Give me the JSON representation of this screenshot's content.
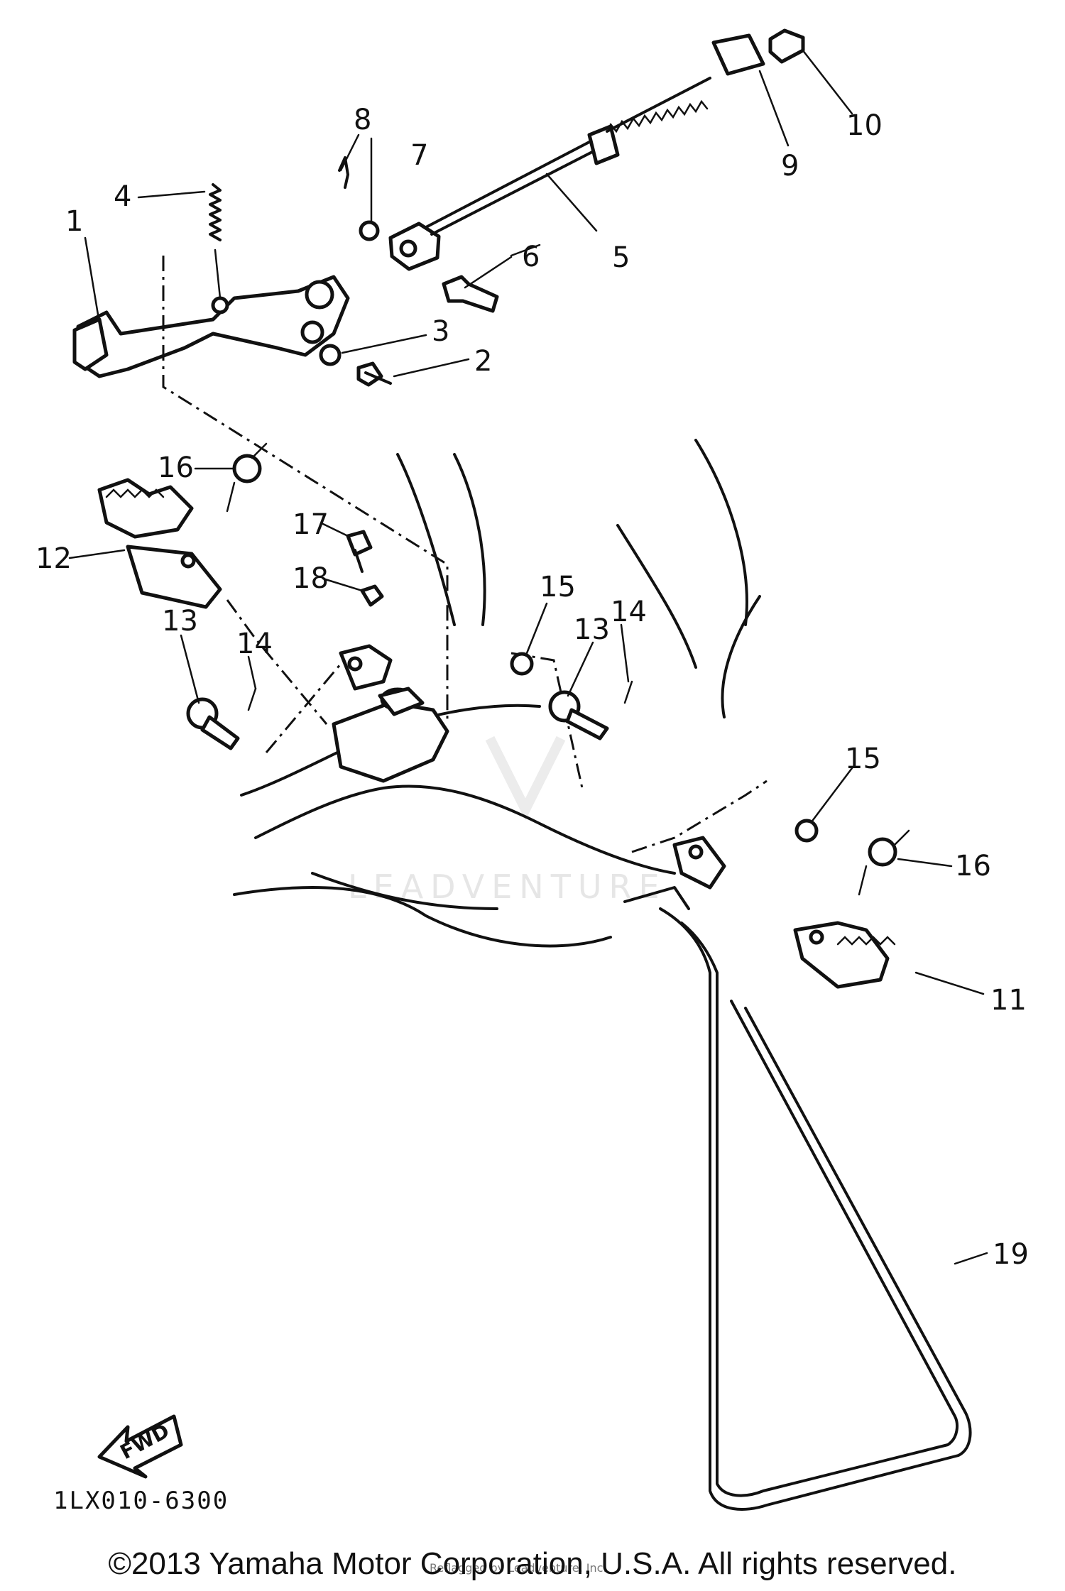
{
  "callouts": [
    {
      "id": 1,
      "label": "1"
    },
    {
      "id": 2,
      "label": "2"
    },
    {
      "id": 3,
      "label": "3"
    },
    {
      "id": 4,
      "label": "4"
    },
    {
      "id": 5,
      "label": "5"
    },
    {
      "id": 6,
      "label": "6"
    },
    {
      "id": 7,
      "label": "7"
    },
    {
      "id": 8,
      "label": "8"
    },
    {
      "id": 9,
      "label": "9"
    },
    {
      "id": 10,
      "label": "10"
    },
    {
      "id": 11,
      "label": "11"
    },
    {
      "id": 12,
      "label": "12"
    },
    {
      "id": "13a",
      "label": "13"
    },
    {
      "id": "13b",
      "label": "13"
    },
    {
      "id": "14a",
      "label": "14"
    },
    {
      "id": "14b",
      "label": "14"
    },
    {
      "id": "15a",
      "label": "15"
    },
    {
      "id": "15b",
      "label": "15"
    },
    {
      "id": "16a",
      "label": "16"
    },
    {
      "id": "16b",
      "label": "16"
    },
    {
      "id": 17,
      "label": "17"
    },
    {
      "id": 18,
      "label": "18"
    },
    {
      "id": 19,
      "label": "19"
    }
  ],
  "diagram_code": "1LX010-6300",
  "fwd_label": "FWD",
  "watermark": "LEADVENTURE",
  "watermark_small": "Reflagged by Leadventure, Inc.",
  "copyright": "©2013 Yamaha Motor Corporation, U.S.A. All rights reserved."
}
